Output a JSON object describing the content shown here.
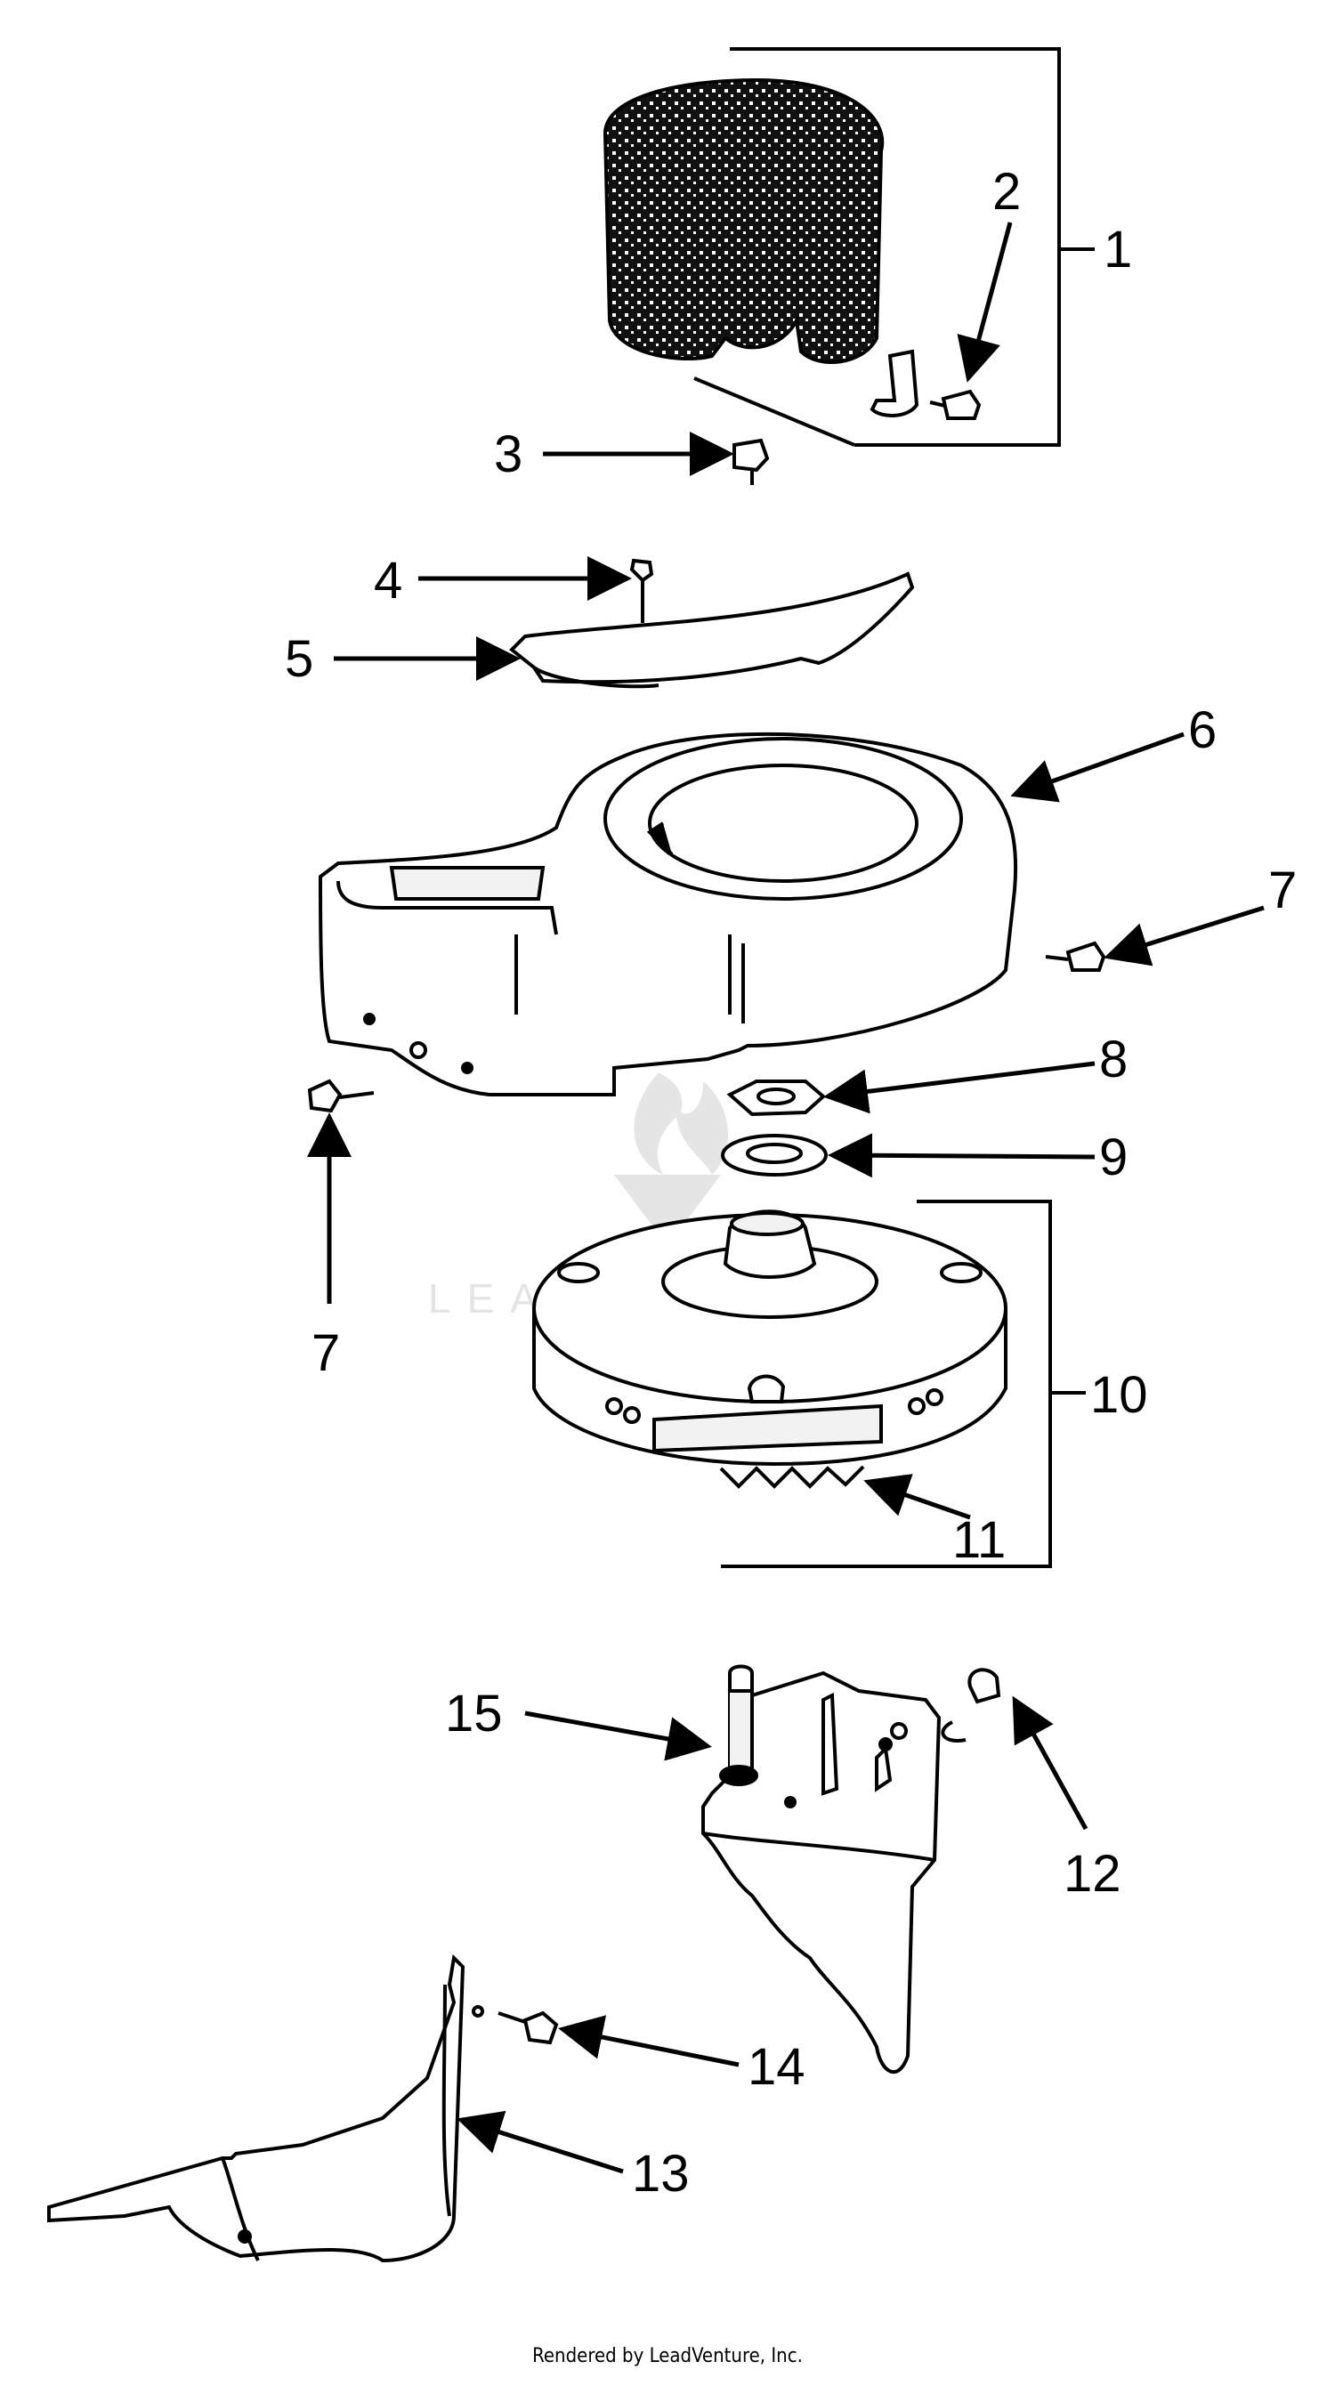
{
  "diagram": {
    "callouts": [
      "1",
      "2",
      "3",
      "4",
      "5",
      "6",
      "7",
      "7",
      "8",
      "9",
      "10",
      "11",
      "12",
      "13",
      "14",
      "15"
    ],
    "watermark": "LEADVENTURE"
  },
  "footer": {
    "credit": "Rendered by LeadVenture, Inc."
  }
}
